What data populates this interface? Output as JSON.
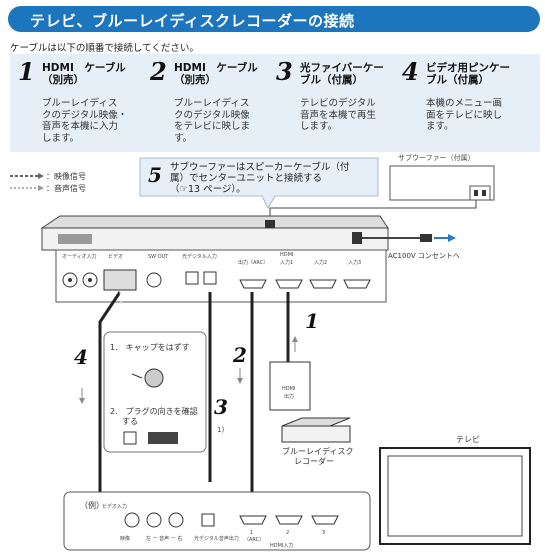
{
  "header": {
    "title": "テレビ、ブルーレイディスクレコーダーの接続",
    "subtitle": "ケーブルは以下の順番で接続してください。"
  },
  "steps": [
    {
      "num": "1",
      "head1": "HDMI　ケーブル",
      "head2": "（別売）",
      "desc": [
        "ブルーレイディス",
        "クのデジタル映像・",
        "音声を本機に入力",
        "します。"
      ]
    },
    {
      "num": "2",
      "head1": "HDMI　ケーブル",
      "head2": "（別売）",
      "desc": [
        "ブルーレイディス",
        "クのデジタル映像",
        "をテレビに映しま",
        "す。"
      ]
    },
    {
      "num": "3",
      "head1": "光ファイバーケー",
      "head2": "ブル（付属）",
      "desc": [
        "テレビのデジタル",
        "音声を本機で再生",
        "します。"
      ]
    },
    {
      "num": "4",
      "head1": "ビデオ用ピンケー",
      "head2": "ブル（付属）",
      "desc": [
        "本機のメニュー画",
        "面をテレビに映し",
        "ます。"
      ]
    }
  ],
  "legend": {
    "video": "：映像信号",
    "audio": "：音声信号"
  },
  "callout5": {
    "num": "5",
    "lines": [
      "サブウーファーはスピーカーケーブル（付",
      "属）でセンターユニットと接続する",
      "（☞13 ページ）。"
    ]
  },
  "subwoofer_label": "サブウーファー（付属）",
  "ac_label": "AC100V コンセントへ",
  "rear_panel": {
    "audio_in": "オーディオ入力",
    "video_out": "ビデオ",
    "sw_out": "SW OUT",
    "optical": "光デジタル入力",
    "hdmi_ports": [
      "出力（ARC）",
      "入力1",
      "入力2",
      "入力3"
    ],
    "hdmi_label": "HDMI"
  },
  "inset": {
    "step1": "1.　キャップをはずす",
    "step2a": "2.　プラグの向きを確認",
    "step2b": "する"
  },
  "arrow_numbers": {
    "n1": "1",
    "n2": "2",
    "n3": "3",
    "n4": "4",
    "note": "1)"
  },
  "bd": {
    "hdmi_out": "HDMI",
    "hdmi_out2": "出力",
    "label1": "ブルーレイディスク",
    "label2": "レコーダー"
  },
  "tv": {
    "label": "テレビ",
    "example": "（例）",
    "video_in": "ビデオ入力",
    "video_lbl": "映像",
    "audio_lbl": "左 ー 音声 ー 右",
    "optical_out": "光デジタル音声出力",
    "hdmi_ports": [
      "1",
      "2",
      "3"
    ],
    "arc": "（ARC）",
    "hdmi_in": "HDMI入力"
  }
}
